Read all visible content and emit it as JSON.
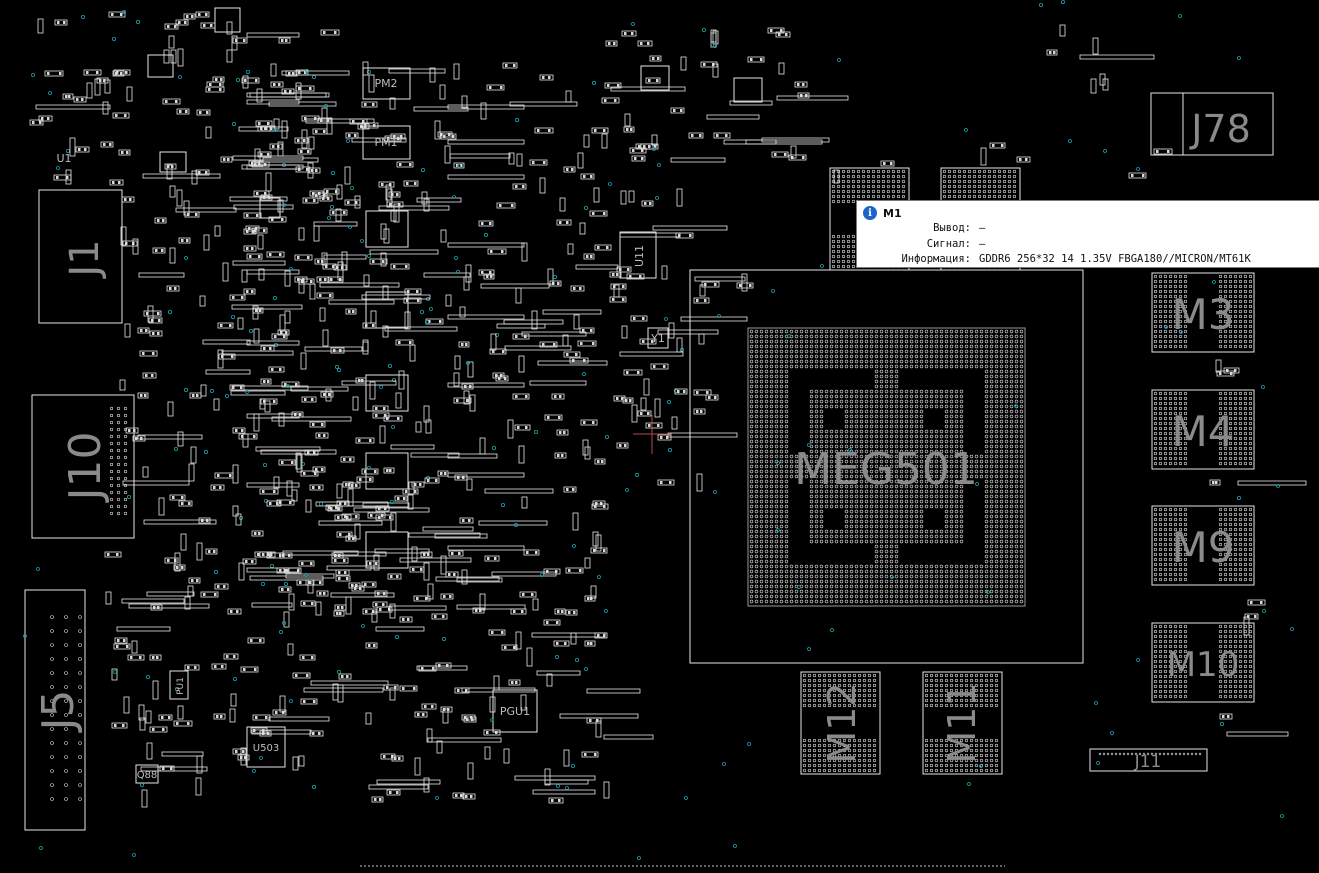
{
  "board": {
    "parts": {
      "gpu": "MEG501",
      "mem": [
        "M3",
        "M4",
        "M9",
        "M10",
        "M11",
        "M12"
      ],
      "conn": [
        "J1",
        "J10",
        "J5",
        "J11",
        "J78"
      ],
      "small": [
        "PM2",
        "PM1",
        "U1",
        "U11",
        "Y1",
        "PGU1",
        "U503",
        "Q88",
        "PU1"
      ]
    },
    "colors": {
      "background": "#000000",
      "outline": "#e6e6e6",
      "pad": "#d8d8d8",
      "via": "#1aa3b0",
      "label": "#8a8a8a",
      "cursor": "#b04a55"
    }
  },
  "tooltip": {
    "title": "M1",
    "icon": "info-icon",
    "rows": [
      {
        "label": "Вывод:",
        "value": "—"
      },
      {
        "label": "Сигнал:",
        "value": "—"
      },
      {
        "label": "Информация:",
        "value": "GDDR6 256*32 14 1.35V FBGA180//MICRON/MT61K"
      }
    ]
  }
}
